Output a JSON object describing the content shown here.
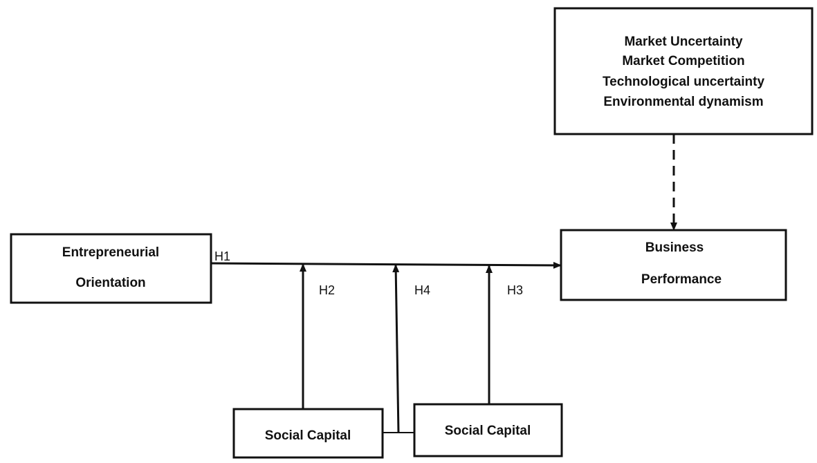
{
  "nodes": {
    "moderators": {
      "lines": [
        "Market Uncertainty",
        "Market Competition",
        "Technological uncertainty",
        "Environmental dynamism"
      ]
    },
    "eo": {
      "lines": [
        "Entrepreneurial",
        "Orientation"
      ]
    },
    "bp": {
      "lines": [
        "Business",
        "Performance"
      ]
    },
    "sc1": {
      "lines": [
        "Social Capital"
      ]
    },
    "sc2": {
      "lines": [
        "Social Capital"
      ]
    }
  },
  "hypotheses": {
    "h1": "H1",
    "h2": "H2",
    "h3": "H3",
    "h4": "H4"
  },
  "colors": {
    "stroke": "#111111",
    "background": "#ffffff"
  }
}
